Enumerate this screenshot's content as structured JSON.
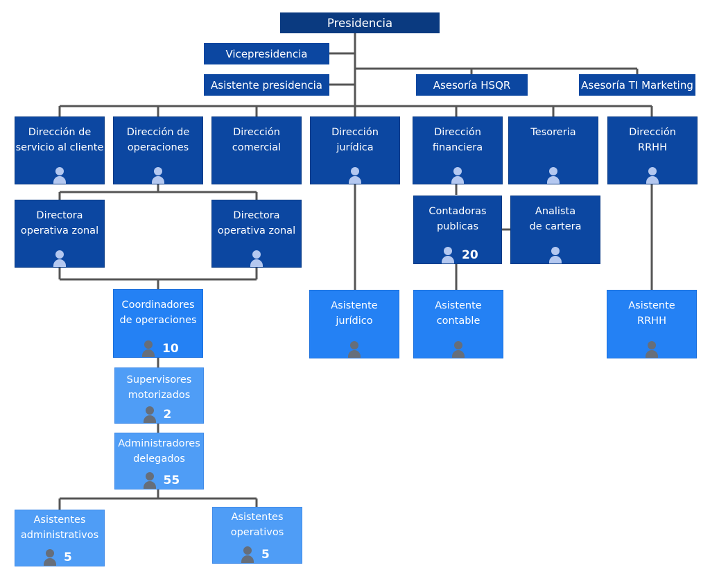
{
  "header_boxes": {
    "presidencia": "Presidencia",
    "vicepresidencia": "Vicepresidencia",
    "asistente_presidencia": "Asistente presidencia",
    "asesoria_hsqr": "Asesoría HSQR",
    "asesoria_ti": "Asesoría TI Marketing"
  },
  "cards": {
    "dir_servicio": {
      "line1": "Dirección de",
      "line2": "servicio al cliente"
    },
    "dir_operaciones": {
      "line1": "Dirección de",
      "line2": "operaciones"
    },
    "dir_comercial": {
      "line1": "Dirección",
      "line2": "comercial"
    },
    "dir_juridica": {
      "line1": "Dirección",
      "line2": "jurídica"
    },
    "dir_financiera": {
      "line1": "Dirección",
      "line2": "financiera"
    },
    "tesoreria": {
      "line1": "Tesoreria",
      "line2": ""
    },
    "dir_rrhh": {
      "line1": "Dirección",
      "line2": "RRHH"
    },
    "directora_zonal_1": {
      "line1": "Directora",
      "line2": "operativa zonal"
    },
    "directora_zonal_2": {
      "line1": "Directora",
      "line2": "operativa zonal"
    },
    "contadoras": {
      "line1": "Contadoras",
      "line2": "publicas",
      "count": "20"
    },
    "analista": {
      "line1": "Analista",
      "line2": "de cartera"
    },
    "coordinadores": {
      "line1": "Coordinadores",
      "line2": "de operaciones",
      "count": "10"
    },
    "asistente_juridico": {
      "line1": "Asistente",
      "line2": "jurídico"
    },
    "asistente_contable": {
      "line1": "Asistente",
      "line2": "contable"
    },
    "asistente_rrhh": {
      "line1": "Asistente",
      "line2": "RRHH"
    },
    "supervisores": {
      "line1": "Supervisores",
      "line2": "motorizados",
      "count": "2"
    },
    "administradores": {
      "line1": "Administradores",
      "line2": "delegados",
      "count": "55"
    },
    "asistentes_admin": {
      "line1": "Asistentes",
      "line2": "administrativos",
      "count": "5"
    },
    "asistentes_oper": {
      "line1": "Asistentes",
      "line2": "operativos",
      "count": "5"
    }
  },
  "icons": {
    "person": "person-icon"
  },
  "colors": {
    "presidencia": "#0a3a80",
    "direccion": "#0c47a1",
    "asistente": "#2481f4",
    "equipo": "#4f9df6",
    "connector": "#555555"
  }
}
